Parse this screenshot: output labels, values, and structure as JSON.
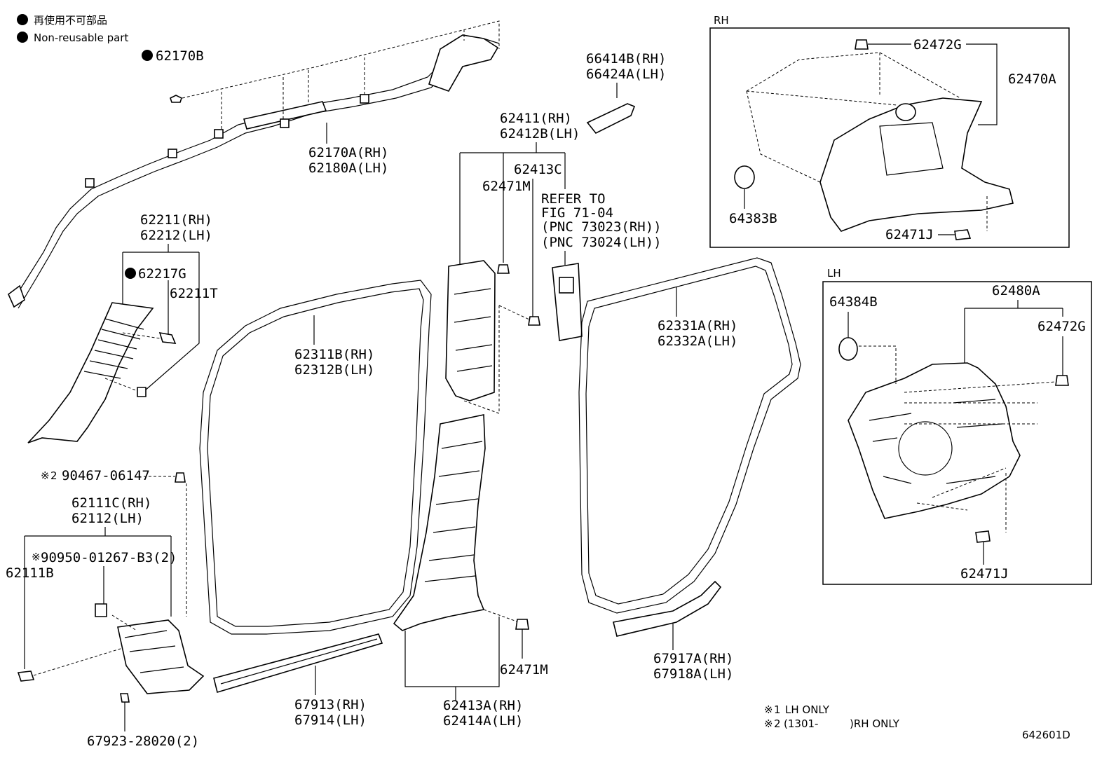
{
  "legend": {
    "japanese": "再使用不可部品",
    "english": "Non-reusable part"
  },
  "parts": {
    "p62170B": "62170B",
    "p62170A": "62170A(RH)",
    "p62180A": "62180A(LH)",
    "p62211": "62211(RH)",
    "p62212": "62212(LH)",
    "p62217G": "62217G",
    "p62211T": "62211T",
    "p90467": "90467-06147",
    "p62111C": "62111C(RH)",
    "p62112": "62112(LH)",
    "p90950": "90950-01267-B3(2)",
    "p62111B": "62111B",
    "p67923": "67923-28020(2)",
    "p62311B": "62311B(RH)",
    "p62312B": "62312B(LH)",
    "p67913": "67913(RH)",
    "p67914": "67914(LH)",
    "p66414B": "66414B(RH)",
    "p66424A": "66424A(LH)",
    "p62411": "62411(RH)",
    "p62412B": "62412B(LH)",
    "p62413C": "62413C",
    "p62471M_top": "62471M",
    "refer1": "REFER TO",
    "refer2": "FIG 71-04",
    "refer3": "(PNC 73023(RH))",
    "refer4": "(PNC 73024(LH))",
    "p62471M_bot": "62471M",
    "p62413A": "62413A(RH)",
    "p62414A": "62414A(LH)",
    "p62331A": "62331A(RH)",
    "p62332A": "62332A(LH)",
    "p67917A": "67917A(RH)",
    "p67918A": "67918A(LH)",
    "rh_label": "RH",
    "rh_62472G": "62472G",
    "rh_62470A": "62470A",
    "rh_64383B": "64383B",
    "rh_62471J": "62471J",
    "lh_label": "LH",
    "lh_64384B": "64384B",
    "lh_62480A": "62480A",
    "lh_62472G": "62472G",
    "lh_62471J": "62471J"
  },
  "notes": {
    "mark": "※",
    "note1_num": "1",
    "note2_num": "2",
    "note1": "LH ONLY",
    "note2a": "(1301-",
    "note2b": ")RH ONLY"
  },
  "figure_code": "642601D"
}
